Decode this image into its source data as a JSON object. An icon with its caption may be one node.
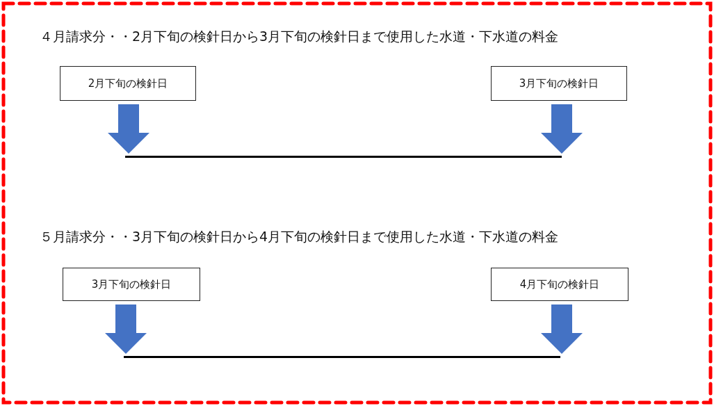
{
  "diagram": {
    "nodes": [
      {
        "text": [
          "2月下旬の検針日"
        ]
      },
      {
        "text": [
          "3月下旬の検針日"
        ]
      },
      {
        "text": [],
        "shape": "bar"
      },
      {
        "text": [
          "3月下旬の検針日"
        ]
      },
      {
        "text": [
          "4月下旬の検針日"
        ]
      },
      {
        "text": [],
        "shape": "bar"
      }
    ],
    "edges": [
      {
        "from": 0,
        "to": 2,
        "arrow": "to"
      },
      {
        "from": 1,
        "to": 2,
        "arrow": "to"
      },
      {
        "from": 3,
        "to": 5,
        "arrow": "to"
      },
      {
        "from": 4,
        "to": 5,
        "arrow": "to"
      }
    ],
    "labels": [
      "４月請求分・・2月下旬の検針日から3月下旬の検針日まで使用した水道・下水道の料金",
      "５月請求分・・3月下旬の検針日から4月下旬の検針日まで使用した水道・下水道の料金"
    ]
  }
}
